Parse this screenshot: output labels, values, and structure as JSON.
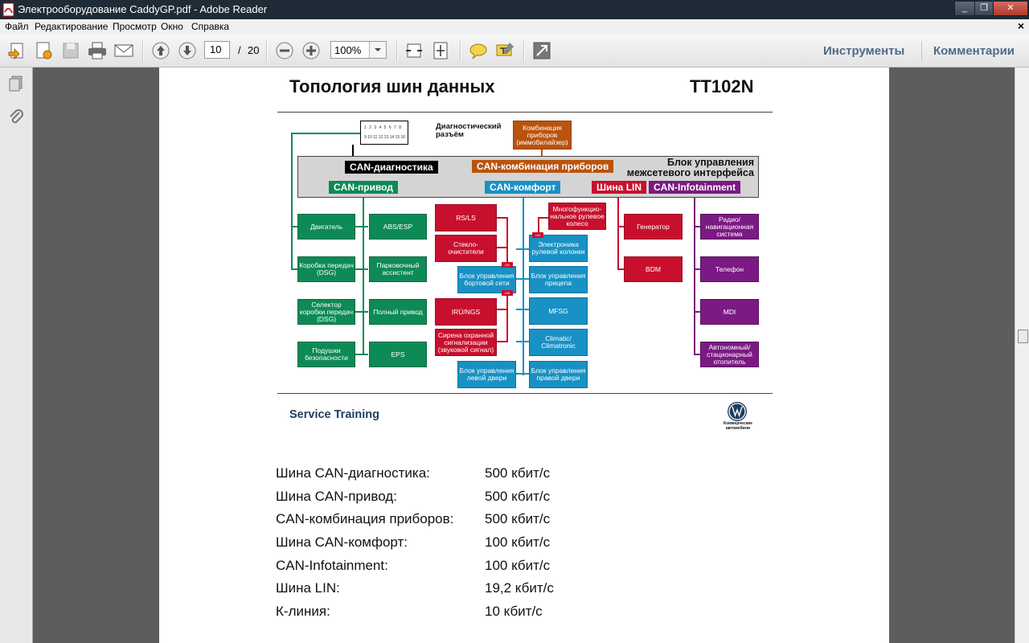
{
  "window": {
    "title": "Электрооборудование CaddyGP.pdf - Adobe Reader",
    "btn_min": "_",
    "btn_max": "❐",
    "btn_close": "✕"
  },
  "menu": {
    "items": [
      "Файл",
      "Редактирование",
      "Просмотр",
      "Окно",
      "Справка"
    ],
    "close": "×"
  },
  "toolbar": {
    "page_current": "10",
    "page_sep": "/",
    "page_total": "20",
    "zoom": "100%",
    "tools_label": "Инструменты",
    "comments_label": "Комментарии"
  },
  "doc": {
    "title": "Топология шин данных",
    "code": "TT102N",
    "footer": "Service Training",
    "vw_caption": "Коммерческие автомобили",
    "diag_connector_label": "Диагностический разъём",
    "connector_pins_top": "1 2 3 4 5 6 7 8",
    "connector_pins_bottom": "9 10 11 12 13 14 15 16",
    "gateway_title": "Блок управления межсетевого интерфейса",
    "bus_labels": {
      "can_diag": "CAN-диагностика",
      "can_cluster": "CAN-комбинация приборов",
      "can_drive": "CAN-привод",
      "can_comfort": "CAN-комфорт",
      "lin": "Шина LIN",
      "can_info": "CAN-Infotainment"
    },
    "cluster_box": "Комбинация приборов (иммобилайзер)",
    "green_boxes": [
      "Двигатель",
      "ABS/ESP",
      "Коробка передач (DSG)",
      "Парковочный ассистент",
      "Селектор коробки передач (DSG)",
      "Полный привод",
      "Подушки безопасности",
      "EPS"
    ],
    "red_boxes": [
      "RS/LS",
      "Стекло-очистители",
      "IRÜ/NGS",
      "Сирена охранной сигнализации (звуковой сигнал)",
      "Многофункцио-нальное рулевое колесо"
    ],
    "blue_boxes": [
      "Электроника рулевой колонки",
      "Блок управления бортовой сети",
      "Блок управления прицепа",
      "MFSG",
      "Climatic/ Climatronic",
      "Блок управления левой двери",
      "Блок управления правой двери"
    ],
    "lin_boxes": [
      "Генератор",
      "BDM"
    ],
    "info_boxes": [
      "Радио/ навигационная система",
      "Телефон",
      "MDI",
      "Автономный/ стационарный отопитель"
    ],
    "lin_tag": "LIN",
    "specs": [
      {
        "label": "Шина CAN-диагностика:",
        "value": "500 кбит/с"
      },
      {
        "label": "Шина CAN-привод:",
        "value": "500 кбит/с"
      },
      {
        "label": "CAN-комбинация приборов:",
        "value": "500 кбит/с"
      },
      {
        "label": "Шина CAN-комфорт:",
        "value": "100 кбит/с"
      },
      {
        "label": "CAN-Infotainment:",
        "value": "100 кбит/с"
      },
      {
        "label": "Шина LIN:",
        "value": "19,2 кбит/с"
      },
      {
        "label": "К-линия:",
        "value": "10 кбит/с"
      }
    ]
  },
  "colors": {
    "green": "#0d8a56",
    "red": "#c8102e",
    "blue": "#1891c4",
    "purple": "#7a1a82",
    "orange": "#b9530d"
  }
}
